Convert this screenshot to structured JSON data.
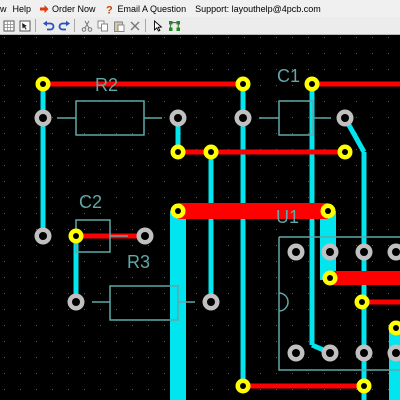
{
  "menu": {
    "items": [
      {
        "label": "Help",
        "icon": "none"
      },
      {
        "label": "Order Now",
        "icon": "arrow-right-icon"
      },
      {
        "label": "Email A Question",
        "icon": "question-icon"
      },
      {
        "label": "Support: layouthelp@4pcb.com",
        "icon": "none"
      }
    ],
    "partial_left": "w"
  },
  "toolbar": {
    "buttons": [
      "grid-icon",
      "pointer-icon",
      "undo-icon",
      "redo-icon",
      "scissors-icon",
      "copy-icon",
      "paste-icon",
      "delete-icon",
      "select-arrow-icon",
      "autoroute-icon"
    ]
  },
  "pcb": {
    "labels": {
      "r2": "R2",
      "c1": "C1",
      "c2": "C2",
      "r3": "R3",
      "u1": "U1"
    },
    "colors": {
      "background": "#000000",
      "grid_dot": "#5a5a5a",
      "top_trace": "#ff0000",
      "bottom_trace": "#00e5ee",
      "pad_top": "#ffff00",
      "pad_through": "#c0c0c0",
      "silkscreen": "#5fa8a8"
    }
  }
}
